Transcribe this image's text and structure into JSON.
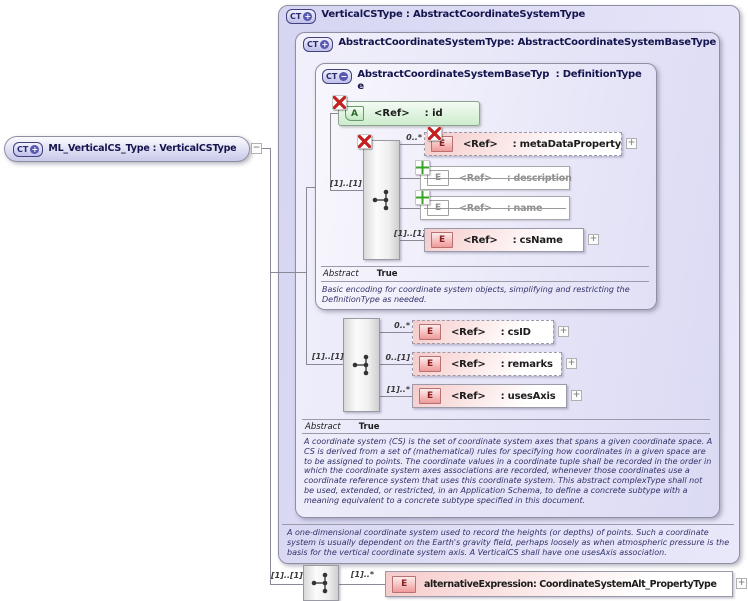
{
  "glyphs": {
    "ct": "CT",
    "plus": "+",
    "minus": "−",
    "attr": "A",
    "elem": "E",
    "expand": "+"
  },
  "colors": {
    "container_lavender": "#dcdbf5",
    "element_pink": "#f6caca",
    "attribute_green": "#cdeccd",
    "prohibited_red": "#c42222",
    "added_green": "#3aa32a",
    "title_navy": "#14144e",
    "doc_navy": "#32326a"
  },
  "root": {
    "name": "ML_VerticalCS_Type",
    "base": " : VerticalCSType"
  },
  "box_vertical_cs": {
    "name": "VerticalCSType",
    "base": " : AbstractCoordinateSystemType",
    "doc": "A one-dimensional coordinate system used to record the heights (or depths) of points. Such a coordinate system is usually dependent on the Earth's gravity field, perhaps loosely as when atmospheric pressure is the basis for the vertical coordinate system axis. A VerticalCS shall have one usesAxis association."
  },
  "box_abstract_cs": {
    "name": "AbstractCoordinateSystemType",
    "base": " : AbstractCoordinateSystemBaseType",
    "abstract_label": "Abstract",
    "abstract_value": "True",
    "doc": "A coordinate system (CS) is the set of coordinate system axes that spans a given coordinate space. A CS is derived from a set of (mathematical) rules for specifying how coordinates in a given space are to be assigned to points. The coordinate values in a coordinate tuple shall be recorded in the order in which the coordinate system axes associations are recorded, whenever those coordinates use a coordinate reference system that uses this coordinate system. This abstract complexType shall not be used, extended, or restricted, in an Application Schema, to define a concrete subtype with a meaning equivalent to a concrete subtype specified in this document.",
    "sequence_card": "[1]..[1]",
    "elements": [
      {
        "card": "0..*",
        "ref": "<Ref>",
        "name": ": csID"
      },
      {
        "card": "0..[1]",
        "ref": "<Ref>",
        "name": ": remarks"
      },
      {
        "card": "[1]..*",
        "ref": "<Ref>",
        "name": ": usesAxis"
      }
    ]
  },
  "box_abstract_cs_base": {
    "name": "AbstractCoordinateSystemBaseType",
    "base": " : DefinitionType",
    "abstract_label": "Abstract",
    "abstract_value": "True",
    "doc": "Basic encoding for coordinate system objects, simplifying and restricting the DefinitionType as needed.",
    "attribute": {
      "ref": "<Ref>",
      "name": ": id"
    },
    "sequence_card": "[1]..[1]",
    "elements": [
      {
        "card": "0..*",
        "ref": "<Ref>",
        "name": ": metaDataProperty"
      },
      {
        "card": "",
        "ref": "<Ref>",
        "name": ": description"
      },
      {
        "card": "",
        "ref": "<Ref>",
        "name": ": name"
      },
      {
        "card": "[1]..[1]",
        "ref": "<Ref>",
        "name": ": csName"
      }
    ]
  },
  "extension": {
    "sequence_card": "[1]..[1]",
    "element_card": "[1]..*",
    "name": "alternativeExpression",
    "base": " : CoordinateSystemAlt_PropertyType"
  }
}
